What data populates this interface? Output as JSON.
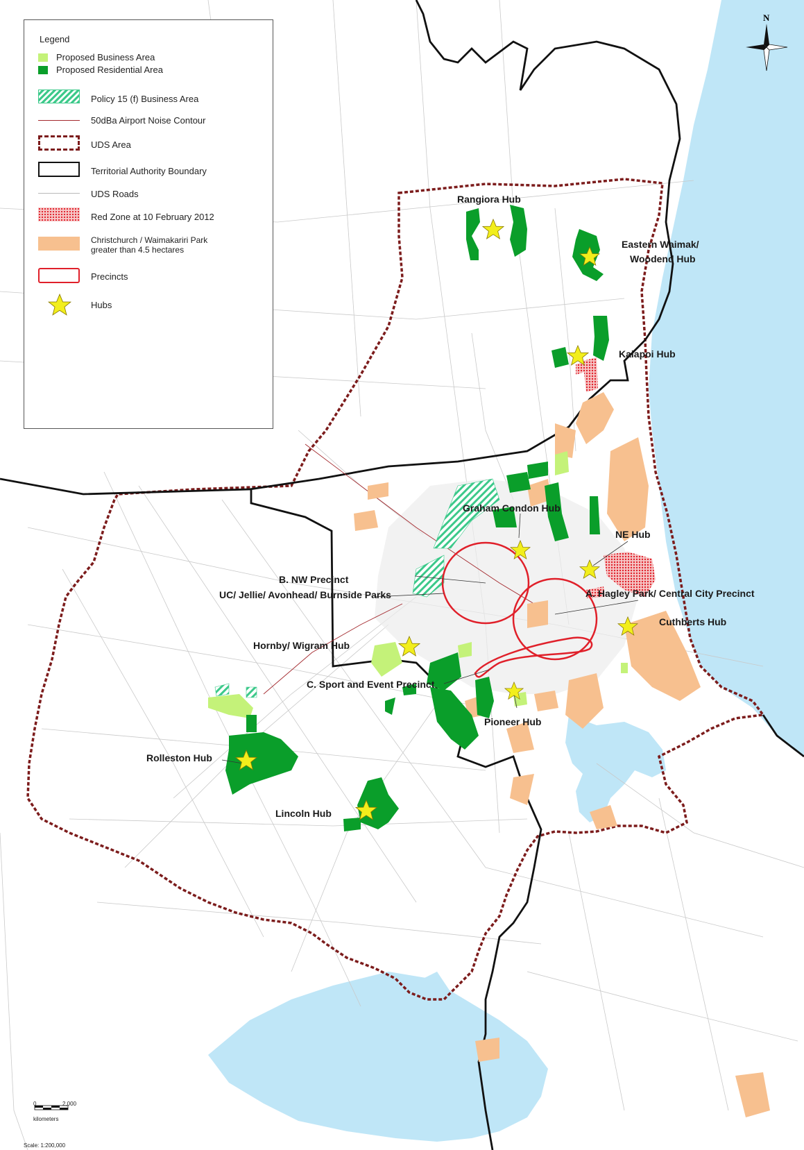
{
  "legend": {
    "title": "Legend",
    "items": [
      {
        "label": "Proposed Business Area",
        "symbol": "fill",
        "color": "#c4f279"
      },
      {
        "label": "Proposed Residential Area",
        "symbol": "fill",
        "color": "#0a9e2a"
      },
      {
        "label": "Policy 15 (f)  Business Area",
        "symbol": "hatch",
        "color": "#3cc98a"
      },
      {
        "label": "50dBa Airport Noise Contour",
        "symbol": "thin-line",
        "color": "#a3282d"
      },
      {
        "label": "UDS Area",
        "symbol": "dashed-box",
        "color": "#7c1c1c"
      },
      {
        "label": "Territorial Authority Boundary",
        "symbol": "solid-box",
        "color": "#111111"
      },
      {
        "label": "UDS Roads",
        "symbol": "grey-line",
        "color": "#b8b8b8"
      },
      {
        "label": "Red Zone at 10 February 2012",
        "symbol": "dots",
        "color": "#e0202a"
      },
      {
        "label": "Christchurch / Waimakariri Park\ngreater than 4.5 hectares",
        "symbol": "fill",
        "color": "#f7c08f"
      },
      {
        "label": "Precincts",
        "symbol": "red-box",
        "color": "#e0202a"
      },
      {
        "label": "Hubs",
        "symbol": "star",
        "color": "#f2ee1c"
      }
    ]
  },
  "labels": {
    "rangiora": "Rangiora Hub",
    "eastern_waimak_1": "Eastern Waimak/",
    "eastern_waimak_2": "Woodend Hub",
    "kaiapoi": "Kaiapoi Hub",
    "graham_condon": "Graham Condon Hub",
    "ne": "NE Hub",
    "nw_precinct": "B. NW Precinct",
    "uc_parks": "UC/ Jellie/ Avonhead/ Burnside Parks",
    "hagley": "A. Hagley Park/ Central City Precinct",
    "cuthberts": "Cuthberts Hub",
    "hornby": "Hornby/ Wigram Hub",
    "sport_event": "C. Sport and Event Precinct",
    "pioneer": "Pioneer Hub",
    "rolleston": "Rolleston Hub",
    "lincoln": "Lincoln Hub"
  },
  "north_arrow": {
    "label": "N"
  },
  "scale_bar": {
    "start": "0",
    "end": "2,000",
    "unit": "kilometers",
    "ratio": "Scale: 1:200,000"
  },
  "colors": {
    "sea": "#bfe6f7",
    "business": "#c4f279",
    "residential": "#0a9e2a",
    "park": "#f7c08f",
    "precinct": "#e0202a",
    "uds_boundary": "#7c1c1c",
    "ta_boundary": "#111111",
    "roads": "#c7c7c7",
    "hub_star": "#f2ee1c"
  }
}
